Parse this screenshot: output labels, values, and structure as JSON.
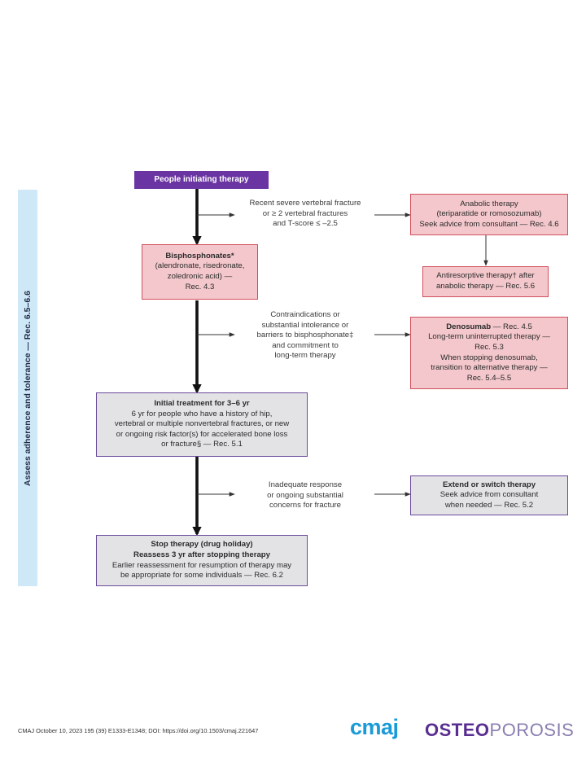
{
  "sidebar": {
    "label": "Assess adherence and tolerance — Rec. 6.5–6.6"
  },
  "start": {
    "label": "People initiating therapy"
  },
  "conditions": {
    "severe": [
      "Recent severe vertebral fracture",
      "or ≥ 2 vertebral fractures",
      "and T-score ≤ –2.5"
    ],
    "contra": [
      "Contraindications or",
      "substantial intolerance or",
      "barriers to bisphosphonate‡",
      "and commitment to",
      "long-term therapy"
    ],
    "inadequate": [
      "Inadequate response",
      "or ongoing substantial",
      "concerns for fracture"
    ]
  },
  "bisphosphonates": {
    "title": "Bisphosphonates*",
    "lines": [
      "(alendronate, risedronate,",
      "zoledronic acid) —",
      "Rec. 4.3"
    ]
  },
  "anabolic": {
    "lines": [
      "Anabolic therapy",
      "(teriparatide or romosozumab)",
      "Seek advice from consultant — Rec. 4.6"
    ]
  },
  "antiresorptive": {
    "lines": [
      "Antiresorptive therapy† after",
      "anabolic therapy — Rec. 5.6"
    ]
  },
  "denosumab": {
    "title": "Denosumab",
    "title_suffix": " — Rec. 4.5",
    "lines": [
      "Long-term uninterrupted therapy —",
      "Rec. 5.3",
      "When stopping denosumab,",
      "transition to alternative therapy —",
      "Rec. 5.4–5.5"
    ]
  },
  "initial": {
    "title": "Initial treatment for 3–6 yr",
    "lines": [
      "6 yr for people who have a history of hip,",
      "vertebral or multiple nonvertebral fractures, or new",
      "or ongoing risk factor(s) for accelerated bone loss",
      "or fracture§ — Rec. 5.1"
    ]
  },
  "extend": {
    "title": "Extend or switch therapy",
    "lines": [
      "Seek advice from consultant",
      "when needed — Rec. 5.2"
    ]
  },
  "stop": {
    "title": "Stop therapy (drug holiday)",
    "subtitle": "Reassess 3 yr after stopping therapy",
    "lines": [
      "Earlier reassessment for resumption of therapy may",
      "be appropriate for some individuals — Rec. 6.2"
    ]
  },
  "footer": {
    "citation": "CMAJ October 10, 2023 195 (39) E1333-E1348; DOI: https://doi.org/10.1503/cmaj.221647",
    "logo_cmaj": "cmaj",
    "logo_osteo_bold": "OSTEO",
    "logo_osteo_rest": "POROSIS"
  },
  "colors": {
    "start_fill": "#6a35a2",
    "pink_fill": "#f3c7cb",
    "pink_border": "#d14f5c",
    "grey_fill": "#e3e3e6",
    "grey_border": "#6a4a9c",
    "sidebar_fill": "#cfe8f7"
  }
}
